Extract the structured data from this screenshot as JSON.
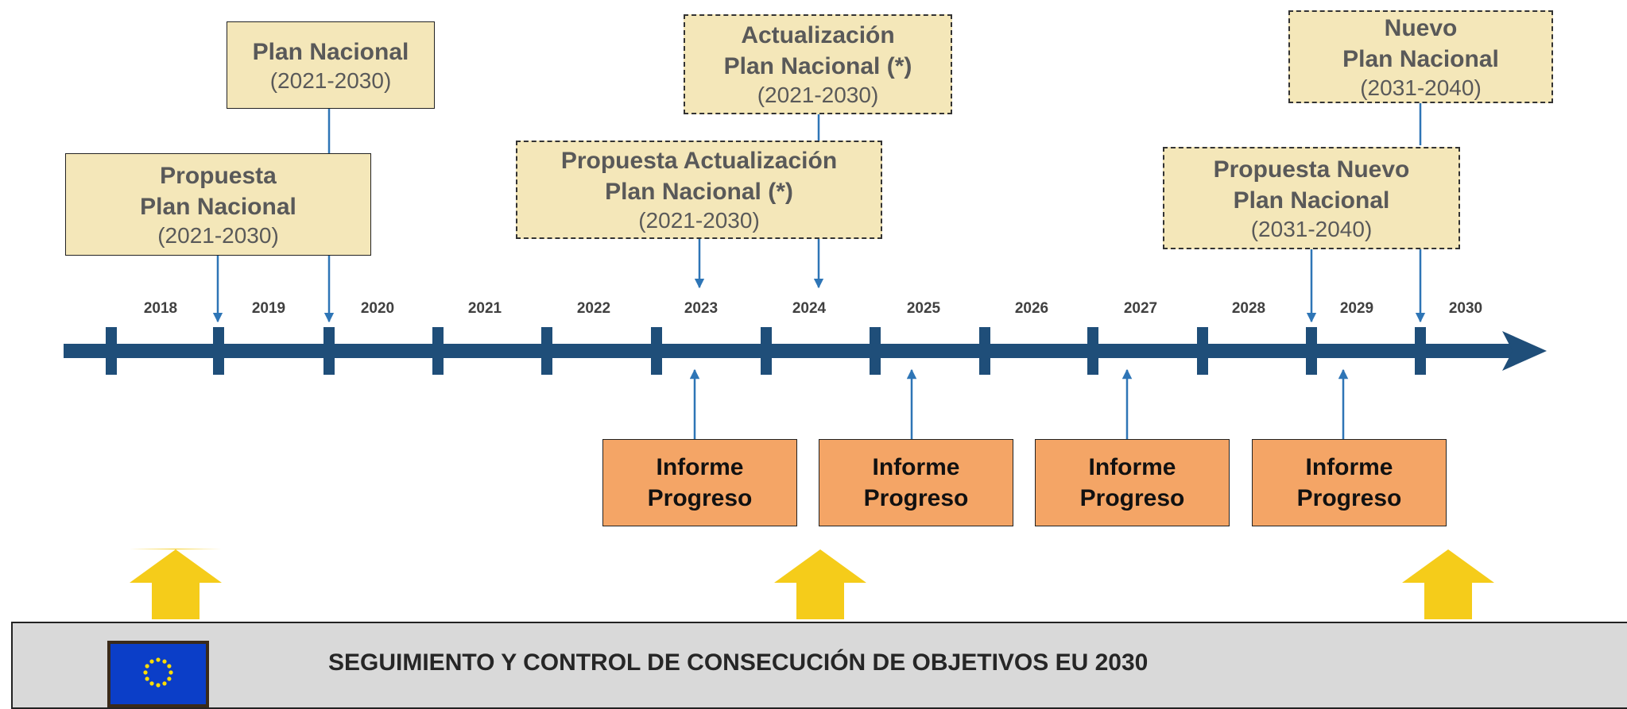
{
  "years": [
    "2018",
    "2019",
    "2020",
    "2021",
    "2022",
    "2023",
    "2024",
    "2025",
    "2026",
    "2027",
    "2028",
    "2029",
    "2030"
  ],
  "plans": {
    "propuesta_plan": {
      "lines": [
        "Propuesta",
        "Plan  Nacional"
      ],
      "period": "(2021-2030)"
    },
    "plan_nacional": {
      "lines": [
        "Plan Nacional"
      ],
      "period": "(2021-2030)"
    },
    "propuesta_actualizacion": {
      "lines": [
        "Propuesta Actualización",
        "Plan Nacional (*)"
      ],
      "period": "(2021-2030)"
    },
    "actualizacion": {
      "lines": [
        "Actualización",
        "Plan Nacional (*)"
      ],
      "period": "(2021-2030)"
    },
    "propuesta_nuevo": {
      "lines": [
        "Propuesta Nuevo",
        "Plan Nacional"
      ],
      "period": "(2031-2040)"
    },
    "nuevo": {
      "lines": [
        "Nuevo",
        "Plan Nacional"
      ],
      "period": "(2031-2040)"
    }
  },
  "reports": [
    {
      "line1": "Informe",
      "line2": "Progreso"
    },
    {
      "line1": "Informe",
      "line2": "Progreso"
    },
    {
      "line1": "Informe",
      "line2": "Progreso"
    },
    {
      "line1": "Informe",
      "line2": "Progreso"
    }
  ],
  "footer": {
    "title": "SEGUIMIENTO Y CONTROL DE CONSECUCIÓN DE OBJETIVOS EU 2030"
  },
  "colors": {
    "timeline": "#1f4e79",
    "connector": "#2e75b6",
    "plan_box": "#f4e7b9",
    "report_box": "#f4a566",
    "big_arrow": "#f5cc1a",
    "footer_bg": "#d9d9d9",
    "eu_blue": "#0b3ec8",
    "eu_star": "#ffdd00"
  }
}
